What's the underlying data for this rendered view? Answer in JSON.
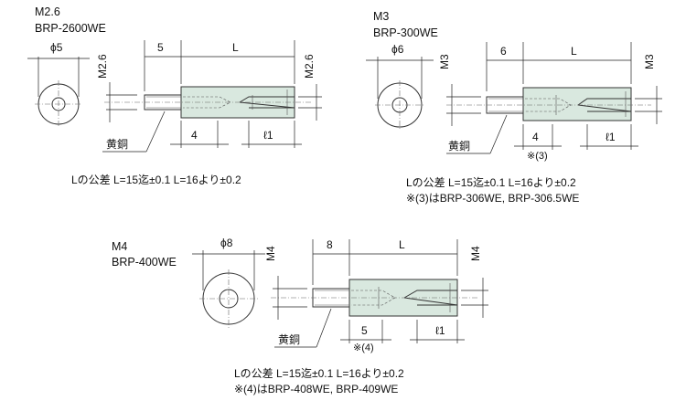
{
  "spacers": [
    {
      "size": "M2.6",
      "model": "BRP-2600WE",
      "dia": "ϕ5",
      "thread_label": "M2.6",
      "male_length": "5",
      "body_length": "L",
      "thread_length": "4",
      "female_depth": "ℓ1",
      "material": "黄銅",
      "tolerance": "Lの公差  L=15迄±0.1  L=16より±0.2"
    },
    {
      "size": "M3",
      "model": "BRP-300WE",
      "dia": "ϕ6",
      "thread_label": "M3",
      "male_length": "6",
      "body_length": "L",
      "thread_length": "4",
      "thread_length_alt": "※(3)",
      "female_depth": "ℓ1",
      "material": "黄銅",
      "tolerance": "Lの公差  L=15迄±0.1  L=16より±0.2",
      "note": "※(3)はBRP-306WE, BRP-306.5WE"
    },
    {
      "size": "M4",
      "model": "BRP-400WE",
      "dia": "ϕ8",
      "thread_label": "M4",
      "male_length": "8",
      "body_length": "L",
      "thread_length": "5",
      "thread_length_alt": "※(4)",
      "female_depth": "ℓ1",
      "material": "黄銅",
      "tolerance": "Lの公差  L=15迄±0.1  L=16より±0.2",
      "note": "※(4)はBRP-408WE, BRP-409WE"
    }
  ],
  "colors": {
    "body_fill": "#d9e8df",
    "line": "#333333"
  }
}
